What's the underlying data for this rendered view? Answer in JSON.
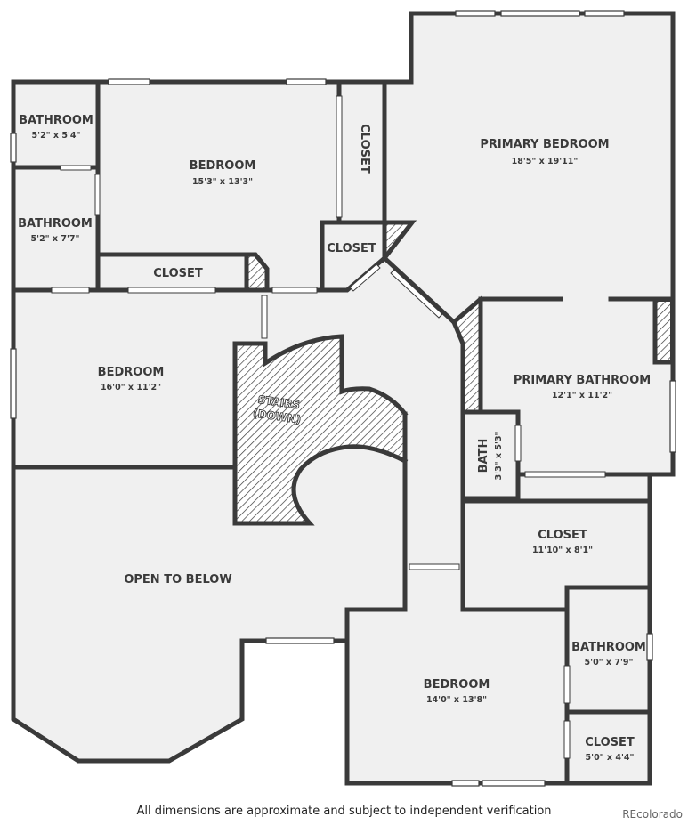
{
  "rooms": {
    "primary_bedroom": {
      "name": "PRIMARY BEDROOM",
      "dim": "18'5\" x 19'11\""
    },
    "bedroom_top": {
      "name": "BEDROOM",
      "dim": "15'3\" x 13'3\""
    },
    "bathroom_top": {
      "name": "BATHROOM",
      "dim": "5'2\" x 5'4\""
    },
    "bathroom_mid": {
      "name": "BATHROOM",
      "dim": "5'2\" x 7'7\""
    },
    "closet_left": {
      "name": "CLOSET"
    },
    "closet_vertical": {
      "name": "CLOSET"
    },
    "closet_small": {
      "name": "CLOSET"
    },
    "bedroom_left": {
      "name": "BEDROOM",
      "dim": "16'0\" x 11'2\""
    },
    "stairs": {
      "line1": "STAIRS",
      "line2": "(DOWN)"
    },
    "primary_bathroom": {
      "name": "PRIMARY BATHROOM",
      "dim": "12'1\" x 11'2\""
    },
    "bath": {
      "name": "BATH",
      "dim": "3'3\" x 5'3\""
    },
    "closet_big": {
      "name": "CLOSET",
      "dim": "11'10\" x 8'1\""
    },
    "open_to_below": {
      "name": "OPEN TO BELOW"
    },
    "bedroom_bottom": {
      "name": "BEDROOM",
      "dim": "14'0\" x 13'8\""
    },
    "bathroom_right": {
      "name": "BATHROOM",
      "dim": "5'0\" x 7'9\""
    },
    "closet_bottom_right": {
      "name": "CLOSET",
      "dim": "5'0\" x 4'4\""
    }
  },
  "footer": {
    "disclaimer": "All dimensions are approximate and subject to independent verification",
    "brand": "REcolorado"
  },
  "colors": {
    "wall": "#3a3a3a",
    "floor": "#f0f0f0",
    "background": "#ffffff"
  }
}
